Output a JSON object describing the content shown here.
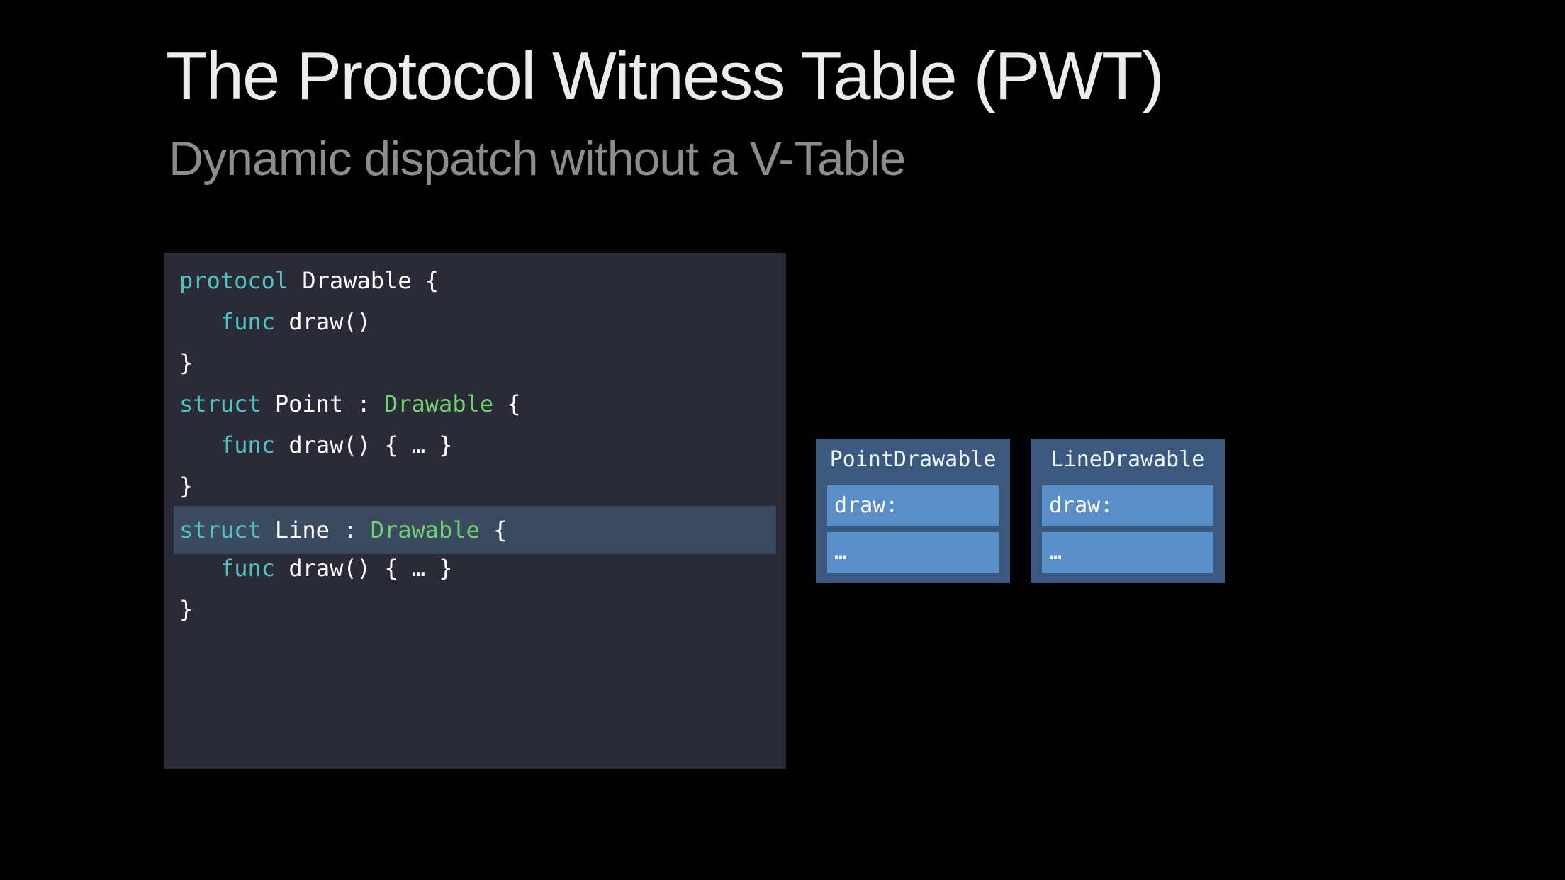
{
  "slide": {
    "title": "The Protocol Witness Table (PWT)",
    "subtitle": "Dynamic dispatch without a V-Table"
  },
  "code": {
    "lines": [
      {
        "kw": "protocol",
        "rest": " Drawable {"
      },
      {
        "kw": "func",
        "rest": " draw()"
      },
      {
        "text": "}"
      },
      {
        "kw": "struct",
        "mid": " Point : ",
        "type": "Drawable",
        "rest": " {"
      },
      {
        "kw": "func",
        "rest": " draw() { … }"
      },
      {
        "text": "}"
      },
      {
        "kw": "struct",
        "mid": " Line : ",
        "type": "Drawable",
        "rest": " {"
      },
      {
        "kw": "func",
        "rest": " draw() { … }"
      },
      {
        "text": "}"
      }
    ],
    "highlighted_line": 7
  },
  "tables": [
    {
      "name": "PointDrawable",
      "entries": [
        "draw:",
        "…"
      ]
    },
    {
      "name": "LineDrawable",
      "entries": [
        "draw:",
        "…"
      ]
    }
  ],
  "colors": {
    "keyword": "#4fc3c3",
    "type": "#6ed36e",
    "code_background": "#2b2b38",
    "highlight": "#3c4a60",
    "table_frame": "#3b597f",
    "table_cell": "#5a8ec6"
  }
}
